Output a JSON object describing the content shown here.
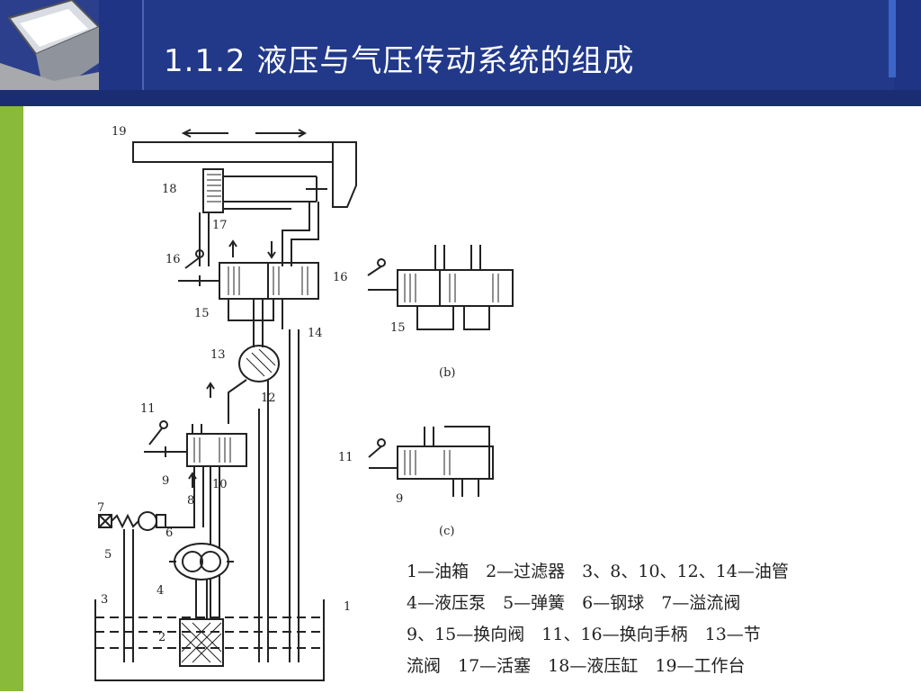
{
  "slide": {
    "title": "1.1.2 液压与气压传动系统的组成"
  },
  "diagram": {
    "labels": {
      "l1": "1",
      "l2": "2",
      "l3": "3",
      "l4": "4",
      "l5": "5",
      "l6": "6",
      "l7": "7",
      "l8": "8",
      "l9": "9",
      "l10": "10",
      "l11": "11",
      "l12": "12",
      "l13": "13",
      "l14": "14",
      "l15": "15",
      "l16": "16",
      "l17": "17",
      "l18": "18",
      "l19": "19"
    },
    "sub_b": {
      "caption": "(b)",
      "l15": "15",
      "l16": "16"
    },
    "sub_c": {
      "caption": "(c)",
      "l9": "9",
      "l11": "11"
    }
  },
  "legend": {
    "lines": [
      "1—油箱　2—过滤器　3、8、10、12、14—油管",
      "4—液压泵　5—弹簧　6—钢球　7—溢流阀",
      "9、15—换向阀　11、16—换向手柄　13—节",
      "流阀　17—活塞　18—液压缸　19—工作台"
    ]
  }
}
